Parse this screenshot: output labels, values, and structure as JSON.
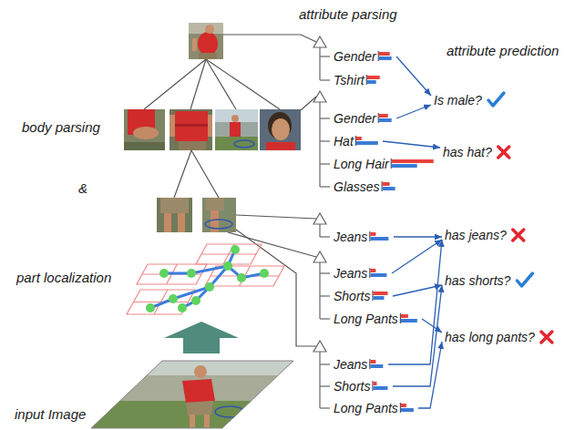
{
  "diagram": {
    "nodes": [
      {
        "text": [
          "Gender"
        ]
      },
      {
        "text": [
          "Tshirt"
        ]
      },
      {
        "text": [
          "Gender"
        ]
      },
      {
        "text": [
          "Hat"
        ]
      },
      {
        "text": [
          "Long Hair"
        ]
      },
      {
        "text": [
          "Glasses"
        ]
      },
      {
        "text": [
          "Jeans"
        ]
      },
      {
        "text": [
          "Jeans"
        ]
      },
      {
        "text": [
          "Shorts"
        ]
      },
      {
        "text": [
          "Long Pants"
        ]
      },
      {
        "text": [
          "Jeans"
        ]
      },
      {
        "text": [
          "Shorts"
        ]
      },
      {
        "text": [
          "Long Pants"
        ]
      },
      {
        "text": [
          "Is male?"
        ]
      },
      {
        "text": [
          "has hat?"
        ]
      },
      {
        "text": [
          "has jeans?"
        ]
      },
      {
        "text": [
          "has shorts?"
        ]
      },
      {
        "text": [
          "has long pants?"
        ]
      }
    ],
    "edges": [
      {
        "from": 0,
        "to": 13,
        "arrow": "to"
      },
      {
        "from": 2,
        "to": 13,
        "arrow": "to"
      },
      {
        "from": 3,
        "to": 14,
        "arrow": "to"
      },
      {
        "from": 6,
        "to": 15,
        "arrow": "to"
      },
      {
        "from": 7,
        "to": 15,
        "arrow": "to"
      },
      {
        "from": 10,
        "to": 15,
        "arrow": "to"
      },
      {
        "from": 8,
        "to": 16,
        "arrow": "to"
      },
      {
        "from": 11,
        "to": 16,
        "arrow": "to"
      },
      {
        "from": 9,
        "to": 17,
        "arrow": "to"
      },
      {
        "from": 12,
        "to": 17,
        "arrow": "to"
      }
    ],
    "labels": [
      "attribute parsing",
      "attribute prediction",
      "body parsing",
      "&",
      "part localization",
      "input Image"
    ]
  }
}
